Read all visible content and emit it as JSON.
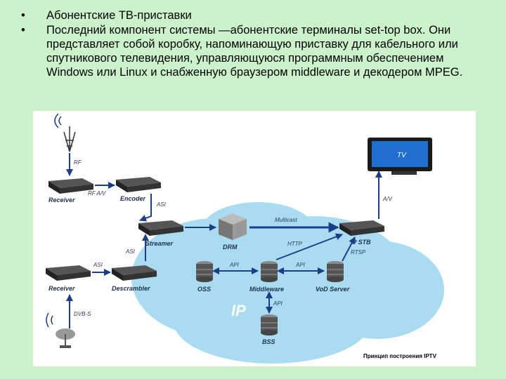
{
  "bullets": [
    {
      "marker": "•",
      "text": "Абонентские ТВ-приставки"
    },
    {
      "marker": "•",
      "text": "Последний компонент системы —абонентские терминалы set-top box. Они представляет собой коробку, напоминающую приставку для кабельного или спутникового телевидения, управляющуюся программным обеспечением Windows или Linux и снабженную браузером middleware и декодером MPEG."
    }
  ],
  "diagram": {
    "nodes": {
      "receiver_top": "Receiver",
      "encoder": "Encoder",
      "streamer": "Streamer",
      "drm": "DRM",
      "ip_stb": "IP STB",
      "receiver_bottom": "Receiver",
      "descrambler": "Descrambler",
      "oss": "OSS",
      "middleware": "Middleware",
      "vod_server": "VoD Server",
      "bss": "BSS",
      "tv": "TV"
    },
    "edges": {
      "rf_top": "RF",
      "rf_av": "RF A/V",
      "asi_encoder": "ASI",
      "multicast": "Multicast",
      "asi_stream_down": "ASI",
      "asi_receiver": "ASI",
      "dvb_s": "DVB-S",
      "http": "HTTP",
      "rtsp": "RTSP",
      "api_left": "API",
      "api_right": "API",
      "api_down": "API",
      "av_tv": "A/V"
    },
    "cloud_label": "IP",
    "caption": "Принцип построения IPTV",
    "colors": {
      "cloud": "#a9dcf0",
      "arrow": "#1c3e8a",
      "device": "#2b2b2b",
      "tv_screen": "#1e6fd0"
    }
  }
}
